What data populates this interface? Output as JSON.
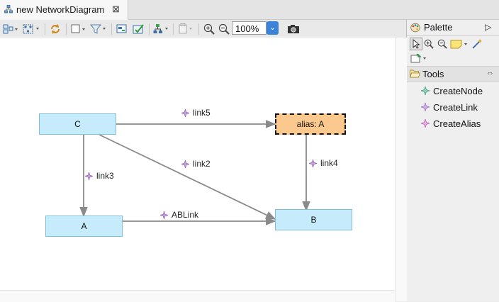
{
  "tab": {
    "title": "new NetworkDiagram",
    "close_glyph": "⊠",
    "icon": "diagram-icon"
  },
  "toolbar": {
    "zoom_value": "100%",
    "icons": [
      "arrange-icon",
      "select-all-icon",
      "refresh-icon",
      "shape-icon",
      "filter-icon",
      "layer-icon",
      "validate-icon",
      "layout-icon",
      "copy-appearance-icon",
      "zoom-in-icon",
      "zoom-out-icon",
      "zoom-dropdown-icon",
      "snapshot-icon"
    ]
  },
  "diagram": {
    "nodes": [
      {
        "id": "C",
        "label": "C",
        "type": "node"
      },
      {
        "id": "alias",
        "label": "alias: A",
        "type": "alias"
      },
      {
        "id": "A",
        "label": "A",
        "type": "node"
      },
      {
        "id": "B",
        "label": "B",
        "type": "node"
      }
    ],
    "links": [
      {
        "label": "link5",
        "from": "C",
        "to": "alias"
      },
      {
        "label": "link2",
        "from": "C",
        "to": "B"
      },
      {
        "label": "link3",
        "from": "C",
        "to": "A"
      },
      {
        "label": "link4",
        "from": "alias",
        "to": "B"
      },
      {
        "label": "ABLink",
        "from": "A",
        "to": "B"
      }
    ]
  },
  "palette": {
    "title": "Palette",
    "collapse_glyph": "▷",
    "tools_drawer": {
      "label": "Tools",
      "pin_glyph": "⇔",
      "entries": [
        {
          "label": "CreateNode",
          "color": "#3a9a7a"
        },
        {
          "label": "CreateLink",
          "color": "#9a6ab8"
        },
        {
          "label": "CreateAlias",
          "color": "#b85ab0"
        }
      ]
    }
  },
  "colors": {
    "node_fill": "#c6ecfb",
    "alias_fill": "#fbc98d",
    "edge": "#8a8a8a",
    "zoom_accent": "#3b82d8"
  }
}
